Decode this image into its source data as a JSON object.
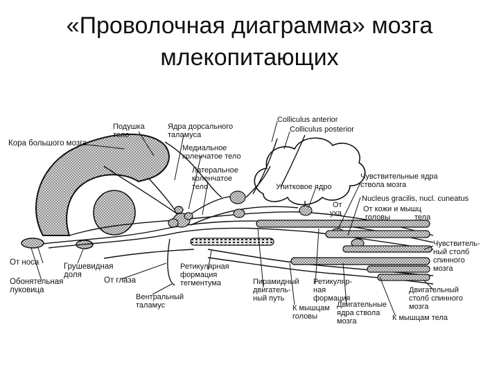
{
  "title": {
    "line1": "«Проволочная диаграмма» мозга",
    "line2": "млекопитающих"
  },
  "labels": {
    "cortex": "Кора большого мозга",
    "pulvinar": [
      "Подушка",
      "тело"
    ],
    "dorsal_thalamus": [
      "Ядра дорсального",
      "таламуса"
    ],
    "colliculus_anterior": "Colliculus anterior",
    "colliculus_posterior": "Colliculus posterior",
    "medial_geniculate": [
      "Медиальное",
      "коленчатое тело"
    ],
    "lateral_geniculate": [
      "Латеральное",
      "коленчатое",
      "тело"
    ],
    "cochlear_nucleus": "Улитковое ядро",
    "sensory_nuclei": [
      "Чувствительные ядра",
      "ствола мозга"
    ],
    "nucleus_gracilis": "Nucleus gracilis, nucl. cuneatus",
    "from_ear": [
      "От",
      "уха"
    ],
    "from_skin": [
      "От кожи и мышц",
      "головы",
      "тела"
    ],
    "sensory_column": [
      "Чувствитель-",
      "ный столб",
      "спинного",
      "мозга"
    ],
    "from_nose": "От носа",
    "piriform_lobe": [
      "Грушевидная",
      "доля"
    ],
    "from_eye": "От глаза",
    "olfactory_bulb": [
      "Обонятельная",
      "луковица"
    ],
    "reticular_tegmentum": [
      "Ретикулярная",
      "формация",
      "тегментума"
    ],
    "ventral_thalamus": [
      "Вентральный",
      "таламус"
    ],
    "pyramidal_tract": [
      "Пирамидный",
      "двигатель-",
      "ный путь"
    ],
    "reticular_formation": [
      "Ретикуляр-",
      "ная",
      "формация"
    ],
    "to_head_muscles": [
      "К мышцам",
      "головы"
    ],
    "motor_nuclei": [
      "Двигательные",
      "ядра ствола",
      "мозга"
    ],
    "to_body_muscles": "К мышцам тела",
    "motor_column": [
      "Двигательный",
      "столб спинного",
      "мозга"
    ]
  }
}
